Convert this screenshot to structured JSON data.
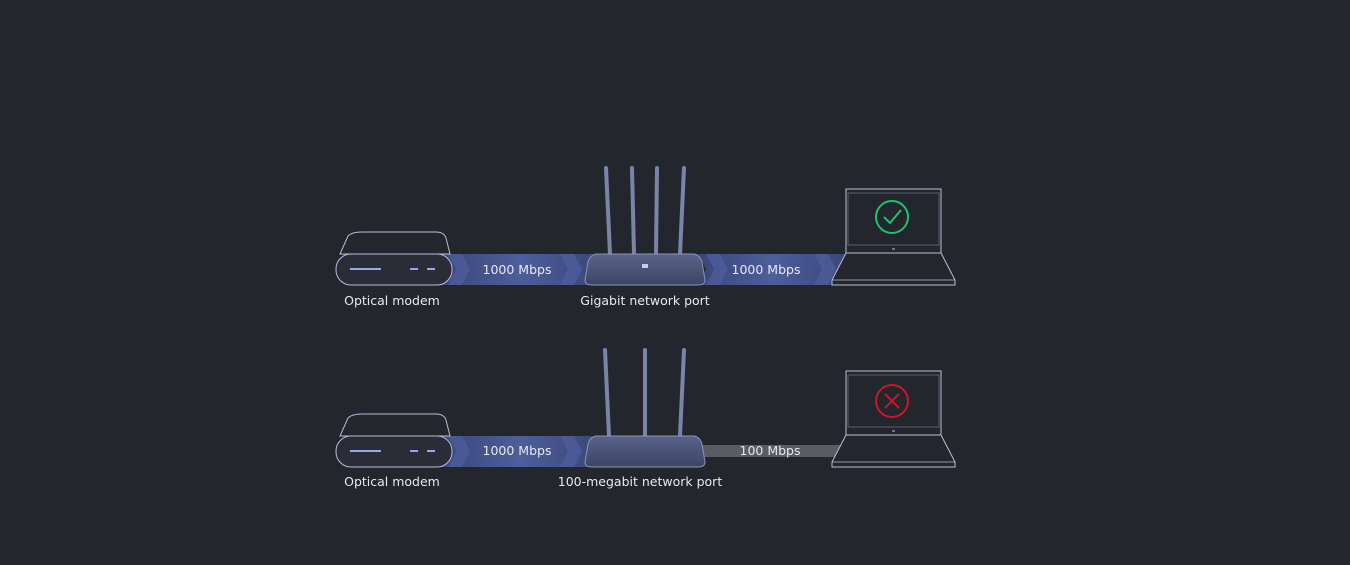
{
  "colors": {
    "background": "#24262e",
    "band_blue": "#4a5a94",
    "band_blue_dark": "#3a4678",
    "band_gray": "#5a5c63",
    "device_outline": "#b8bdd6",
    "modem_light": "#9aa6e8",
    "status_ok": "#22c06a",
    "status_fail": "#c8192a",
    "text": "#e8e9ee"
  },
  "scenarios": [
    {
      "modem_label": "Optical modem",
      "speed_left": "1000 Mbps",
      "router_label": "Gigabit network port",
      "speed_right": "1000 Mbps",
      "right_link_style": "blue",
      "status_icon": "check-circle-icon",
      "status": "ok"
    },
    {
      "modem_label": "Optical modem",
      "speed_left": "1000 Mbps",
      "router_label": "100-megabit network port",
      "speed_right": "100 Mbps",
      "right_link_style": "gray",
      "status_icon": "x-circle-icon",
      "status": "fail"
    }
  ]
}
